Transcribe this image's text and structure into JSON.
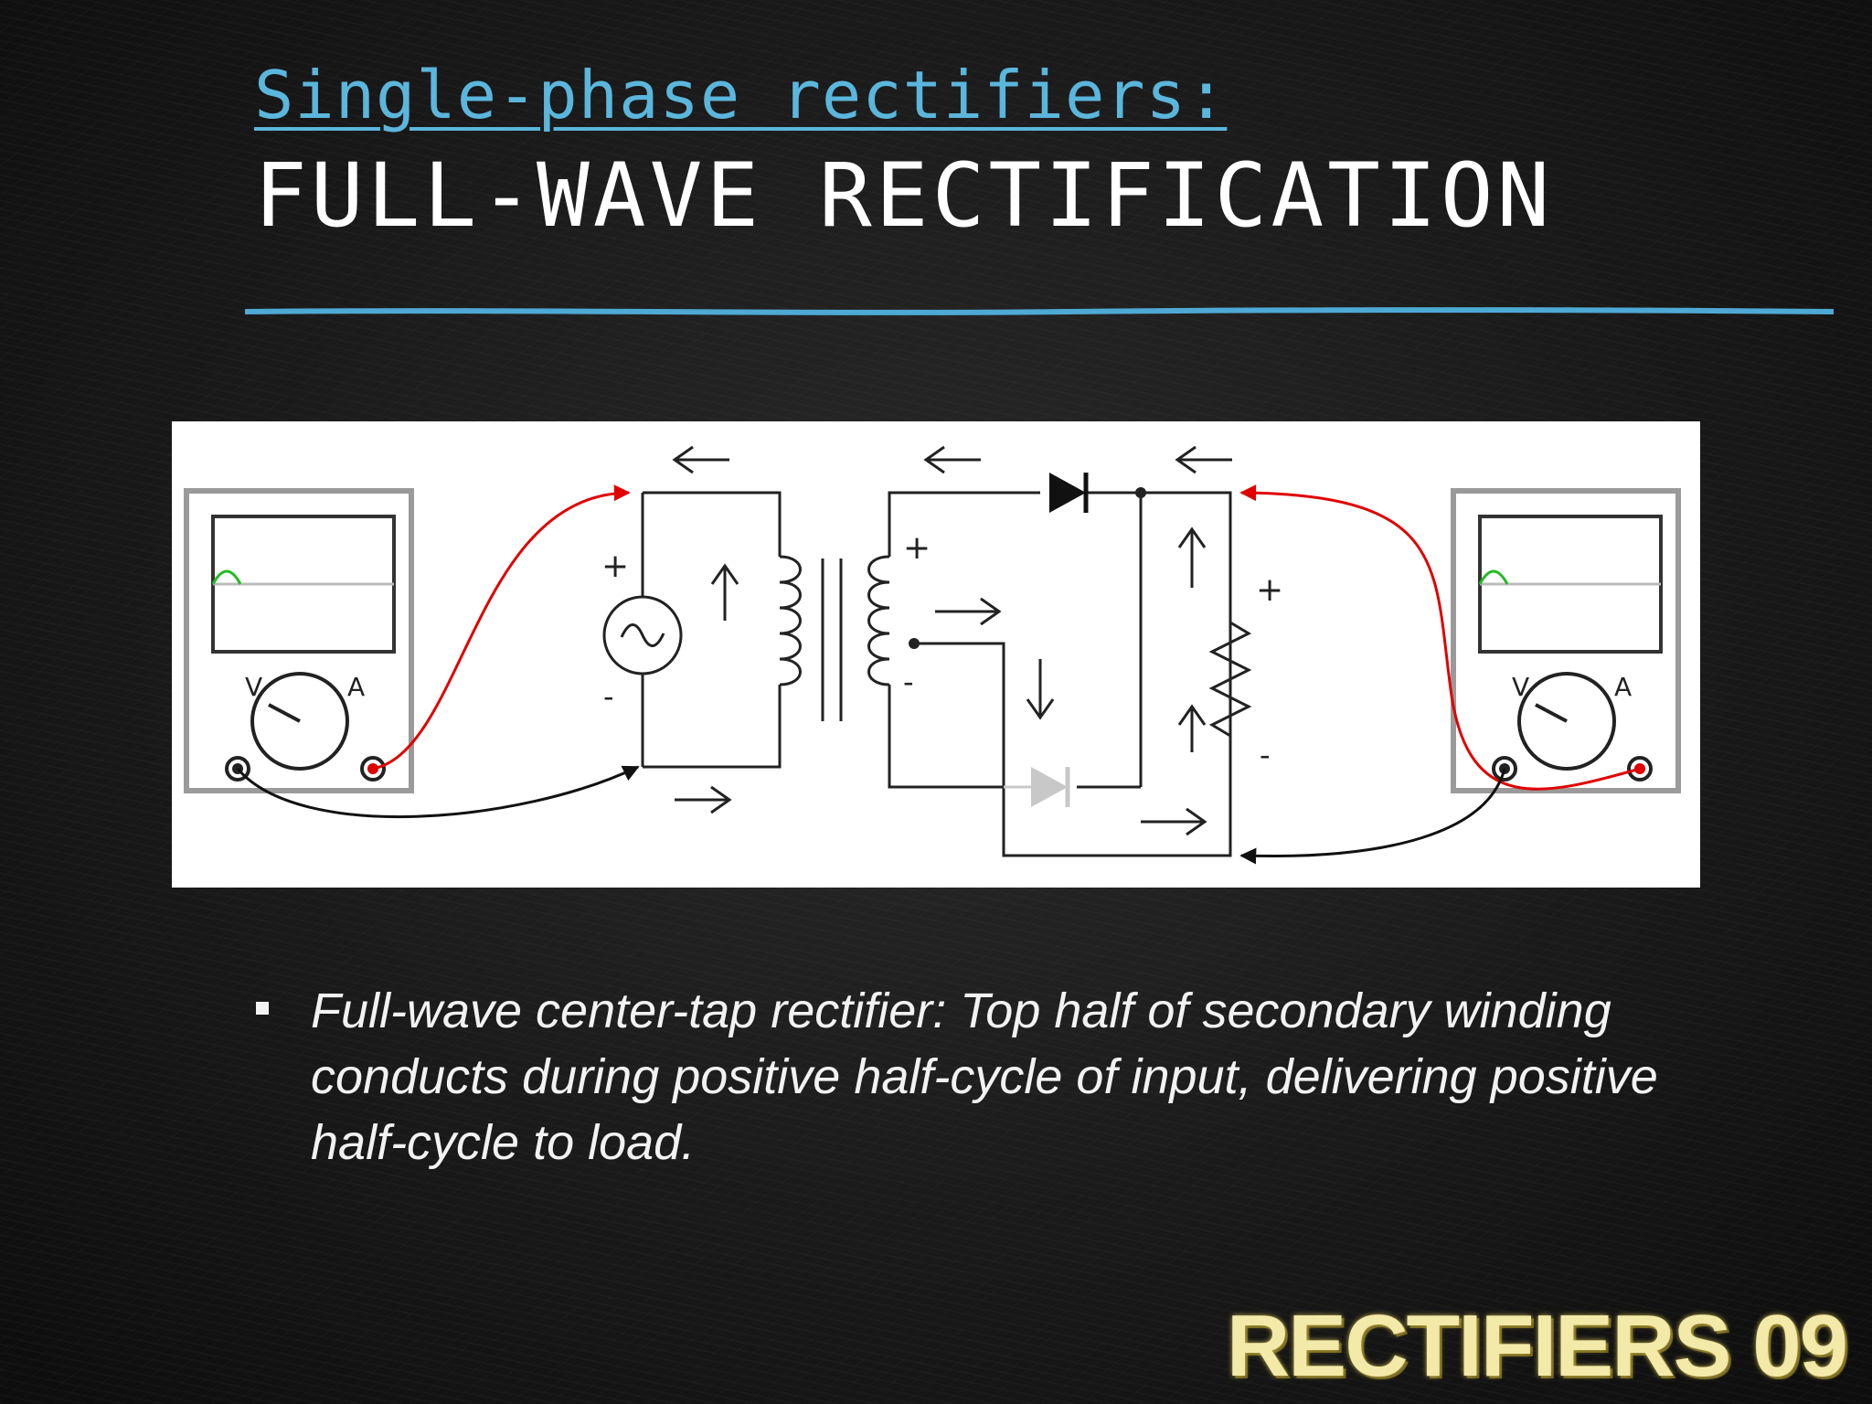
{
  "slide": {
    "subtitle": "Single-phase rectifiers:",
    "title": "FULL-WAVE RECTIFICATION",
    "bullet": "Full-wave center-tap rectifier: Top half of secondary winding conducts during positive half-cycle of input, delivering positive half-cycle to load.",
    "footer": "RECTIFIERS 09"
  },
  "diagram": {
    "plus_sign": "+",
    "minus_sign": "-",
    "meter_v": "V",
    "meter_a": "A",
    "colors": {
      "accent_blue": "#5bb6dc",
      "probe_red": "#e00000",
      "trace_green": "#22bb22",
      "inactive_diode": "#c8c8c8"
    }
  }
}
